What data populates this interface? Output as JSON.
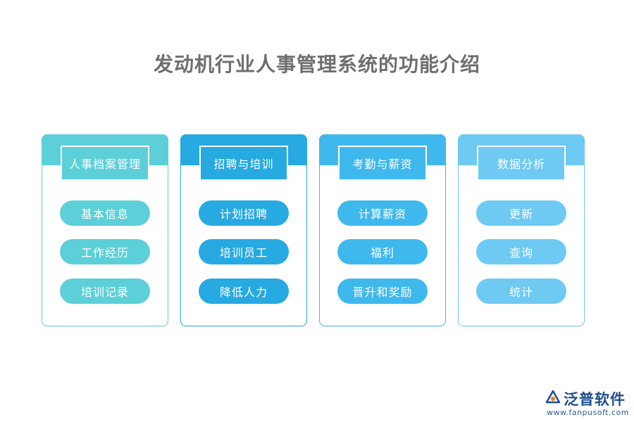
{
  "title": "发动机行业人事管理系统的功能介绍",
  "panels": [
    {
      "header": "人事档案管理",
      "color": "#5dcfd8",
      "items": [
        "基本信息",
        "工作经历",
        "培训记录"
      ]
    },
    {
      "header": "招聘与培训",
      "color": "#27a9e1",
      "items": [
        "计划招聘",
        "培训员工",
        "降低人力"
      ]
    },
    {
      "header": "考勤与薪资",
      "color": "#3fb8ee",
      "items": [
        "计算薪资",
        "福利",
        "晋升和奖励"
      ]
    },
    {
      "header": "数据分析",
      "color": "#6ec9f3",
      "items": [
        "更新",
        "查询",
        "统计"
      ]
    }
  ],
  "logo": {
    "brand": "泛普软件",
    "url": "www.fanpusoft.com",
    "color": "#1c4f8f"
  }
}
